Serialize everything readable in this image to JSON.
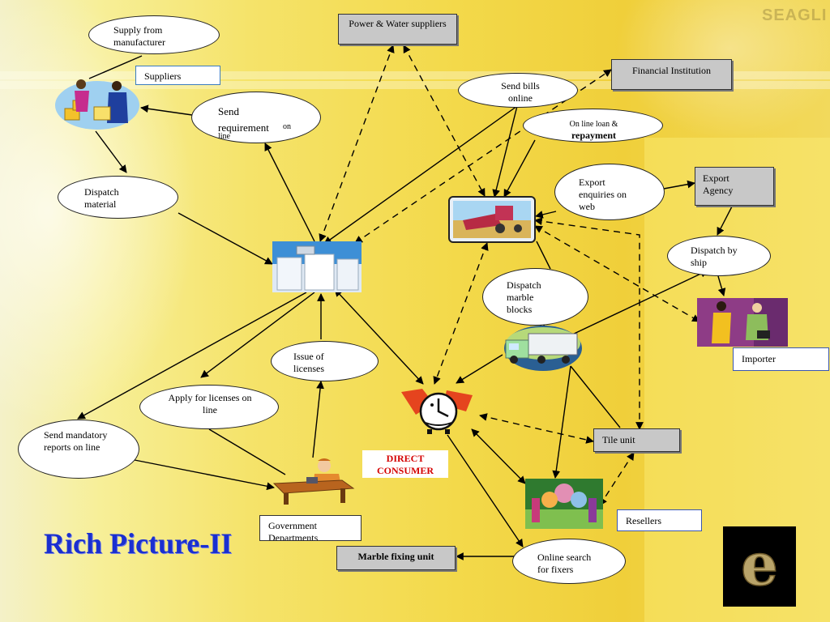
{
  "title": "Rich Picture-II",
  "banner": "DIRECT CONSUMER",
  "watermark": "SEAGLI",
  "ellipses": {
    "supply_from_manufacturer": "Supply from manufacturer",
    "send_requirement_main": "Send requirement",
    "send_requirement_small": "on line",
    "dispatch_material": "Dispatch material",
    "send_bills_online": "Send bills online",
    "online_loan_line1": "On line loan &",
    "online_loan_line2": "repayment",
    "export_enquiries": "Export enquiries on web",
    "dispatch_by_ship": "Dispatch by ship",
    "dispatch_marble_blocks": "Dispatch marble blocks",
    "issue_of_licenses": "Issue of licenses",
    "apply_for_licenses": "Apply for licenses on line",
    "send_mandatory_reports": "Send mandatory reports on line",
    "online_search_fixers": "Online search for fixers"
  },
  "boxes": {
    "power_water": "Power & Water suppliers",
    "suppliers": "Suppliers",
    "financial_institution": "Financial Institution",
    "export_agency": "Export Agency",
    "importer": "Importer",
    "tile_unit": "Tile unit",
    "resellers": "Resellers",
    "government_departments": "Government Departments",
    "marble_fixing_unit": "Marble fixing unit"
  },
  "colors": {
    "title": "#1a2fd0",
    "banner_text": "#d40000",
    "gray_box": "#c8c8c8",
    "box_border_blue": "#3a7bbf"
  },
  "icons": {
    "suppliers": "handshake-people-icon",
    "factory": "marble-factory-icon",
    "harvester": "harvester-machine-icon",
    "importer": "businesspeople-handshake-icon",
    "truck": "truck-icon",
    "consumer": "clock-person-icon",
    "government": "desk-official-icon",
    "resellers": "puzzle-people-icon",
    "logo": "e-logo-icon"
  }
}
